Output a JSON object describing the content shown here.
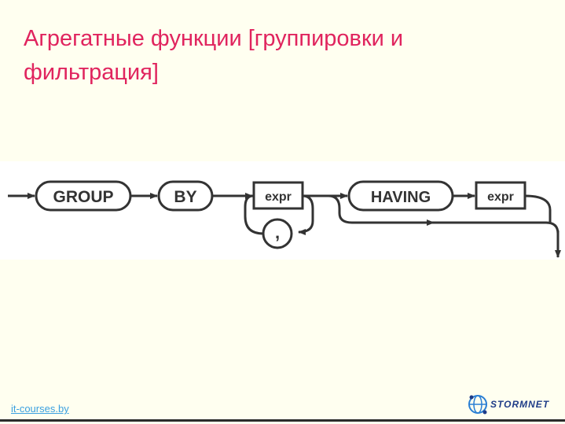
{
  "slide": {
    "title": "Агрегатные функции [группировки и фильтрация]"
  },
  "diagram": {
    "nodes": {
      "group": "GROUP",
      "by": "BY",
      "expr1": "expr",
      "comma": ",",
      "having": "HAVING",
      "expr2": "expr"
    }
  },
  "footer": {
    "link": "it-courses.by",
    "logo_text": "STORMNET",
    "logo_icon": "globe-icon"
  },
  "colors": {
    "title": "#e0245e",
    "link": "#3aa0e0",
    "background": "#fffff0"
  }
}
